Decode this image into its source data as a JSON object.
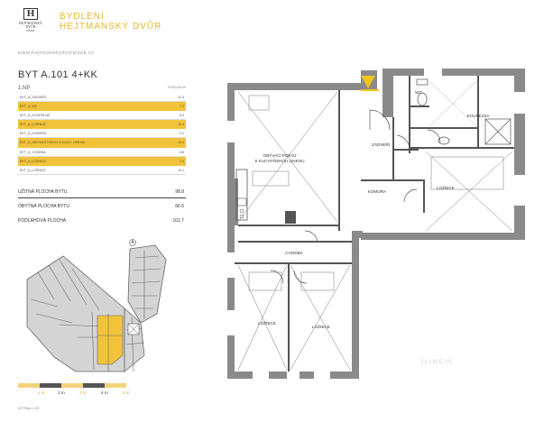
{
  "header": {
    "logo_letter": "H",
    "logo_line1": "HEJTMANSKÝ",
    "logo_line2": "DVŮR",
    "logo_line3": "PÍSEK",
    "brand_line1": "BYDLENÍ",
    "brand_line2": "HEJTMANSKÝ DVŮR",
    "brand_color": "#e4b728",
    "website": "www.hejtmanskydvurpisek.cz"
  },
  "apartment": {
    "title": "BYT A.101   4+KK",
    "floor": "1.NP",
    "area_header": "PLOCHA m²",
    "highlight_color": "#f0c33a",
    "rooms": [
      {
        "name": "BYT_A_ZÁDVEŘÍ",
        "area": "10.3",
        "highlight": false
      },
      {
        "name": "BYT_A_WC",
        "area": "7.3",
        "highlight": true
      },
      {
        "name": "BYT_A_KOUPELNA",
        "area": "6.3",
        "highlight": false
      },
      {
        "name": "BYT_A_LOŽNICE",
        "area": "13.3",
        "highlight": true
      },
      {
        "name": "BYT_A_KOMORA",
        "area": "3.1",
        "highlight": false
      },
      {
        "name": "BYT_A_OBÝVACÍ POKOJ S KUCH. LINKOU",
        "area": "13.1",
        "highlight": true
      },
      {
        "name": "BYT_A_CHODBA",
        "area": "8.6",
        "highlight": false
      },
      {
        "name": "BYT_A_LOŽNICE",
        "area": "7.5",
        "highlight": true
      },
      {
        "name": "BYT_A_LOŽNICE",
        "area": "12.1",
        "highlight": false
      }
    ],
    "summary": [
      {
        "label": "UŽITNÁ PLOCHA BYTU",
        "value": "98.8"
      },
      {
        "label": "OBYTNÁ PLOCHA BYTU",
        "value": "66.6"
      },
      {
        "label": "PODLAHOVÁ PLOCHA",
        "value": "101.7"
      }
    ]
  },
  "scale_bar": {
    "labels": [
      "1 m",
      "2 m",
      "3 m",
      "4 m",
      "5 m"
    ],
    "plan_scale": "M.P.Plan 1:100"
  },
  "plan": {
    "room_labels": [
      "OBÝVACÍ POKOJ",
      "S KUCHYŇSKOU LINKOU",
      "ZÁDVEŘÍ",
      "KOUPELNA",
      "WC",
      "LOŽNICE",
      "KOMORA",
      "CHODBA",
      "LOŽNICE",
      "LOŽNICE"
    ],
    "wall_color": "#8a8a8a",
    "entrance_color": "#f2c318"
  },
  "watermark": "JLIWEIN"
}
